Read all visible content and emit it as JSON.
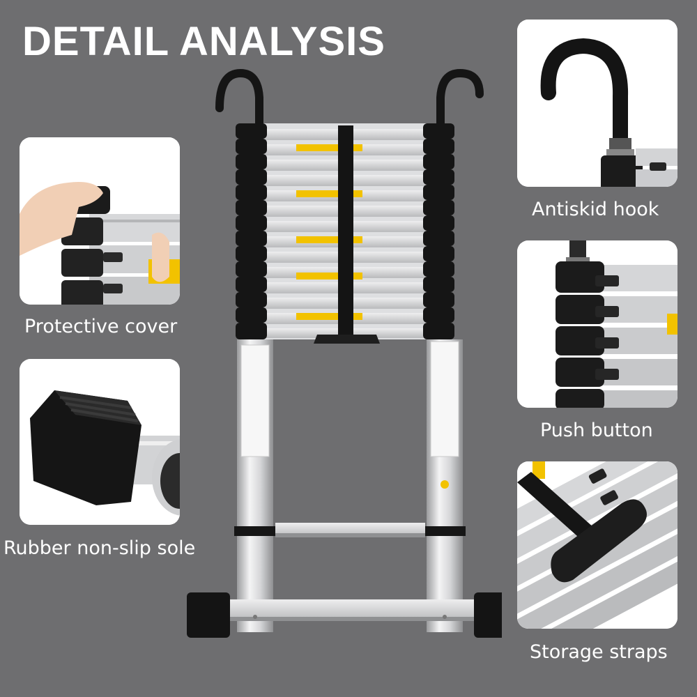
{
  "title": "DETAIL ANALYSIS",
  "features": {
    "protective_cover": "Protective cover",
    "rubber_sole": "Rubber non-slip sole",
    "antiskid_hook": "Antiskid hook",
    "push_button": "Push button",
    "storage_straps": "Storage straps"
  },
  "colors": {
    "background": "#6e6e70",
    "panel": "#ffffff",
    "text": "#ffffff",
    "aluminum": "#d9dadc",
    "black_parts": "#1a1a1a",
    "warning_label": "#f2c200"
  }
}
